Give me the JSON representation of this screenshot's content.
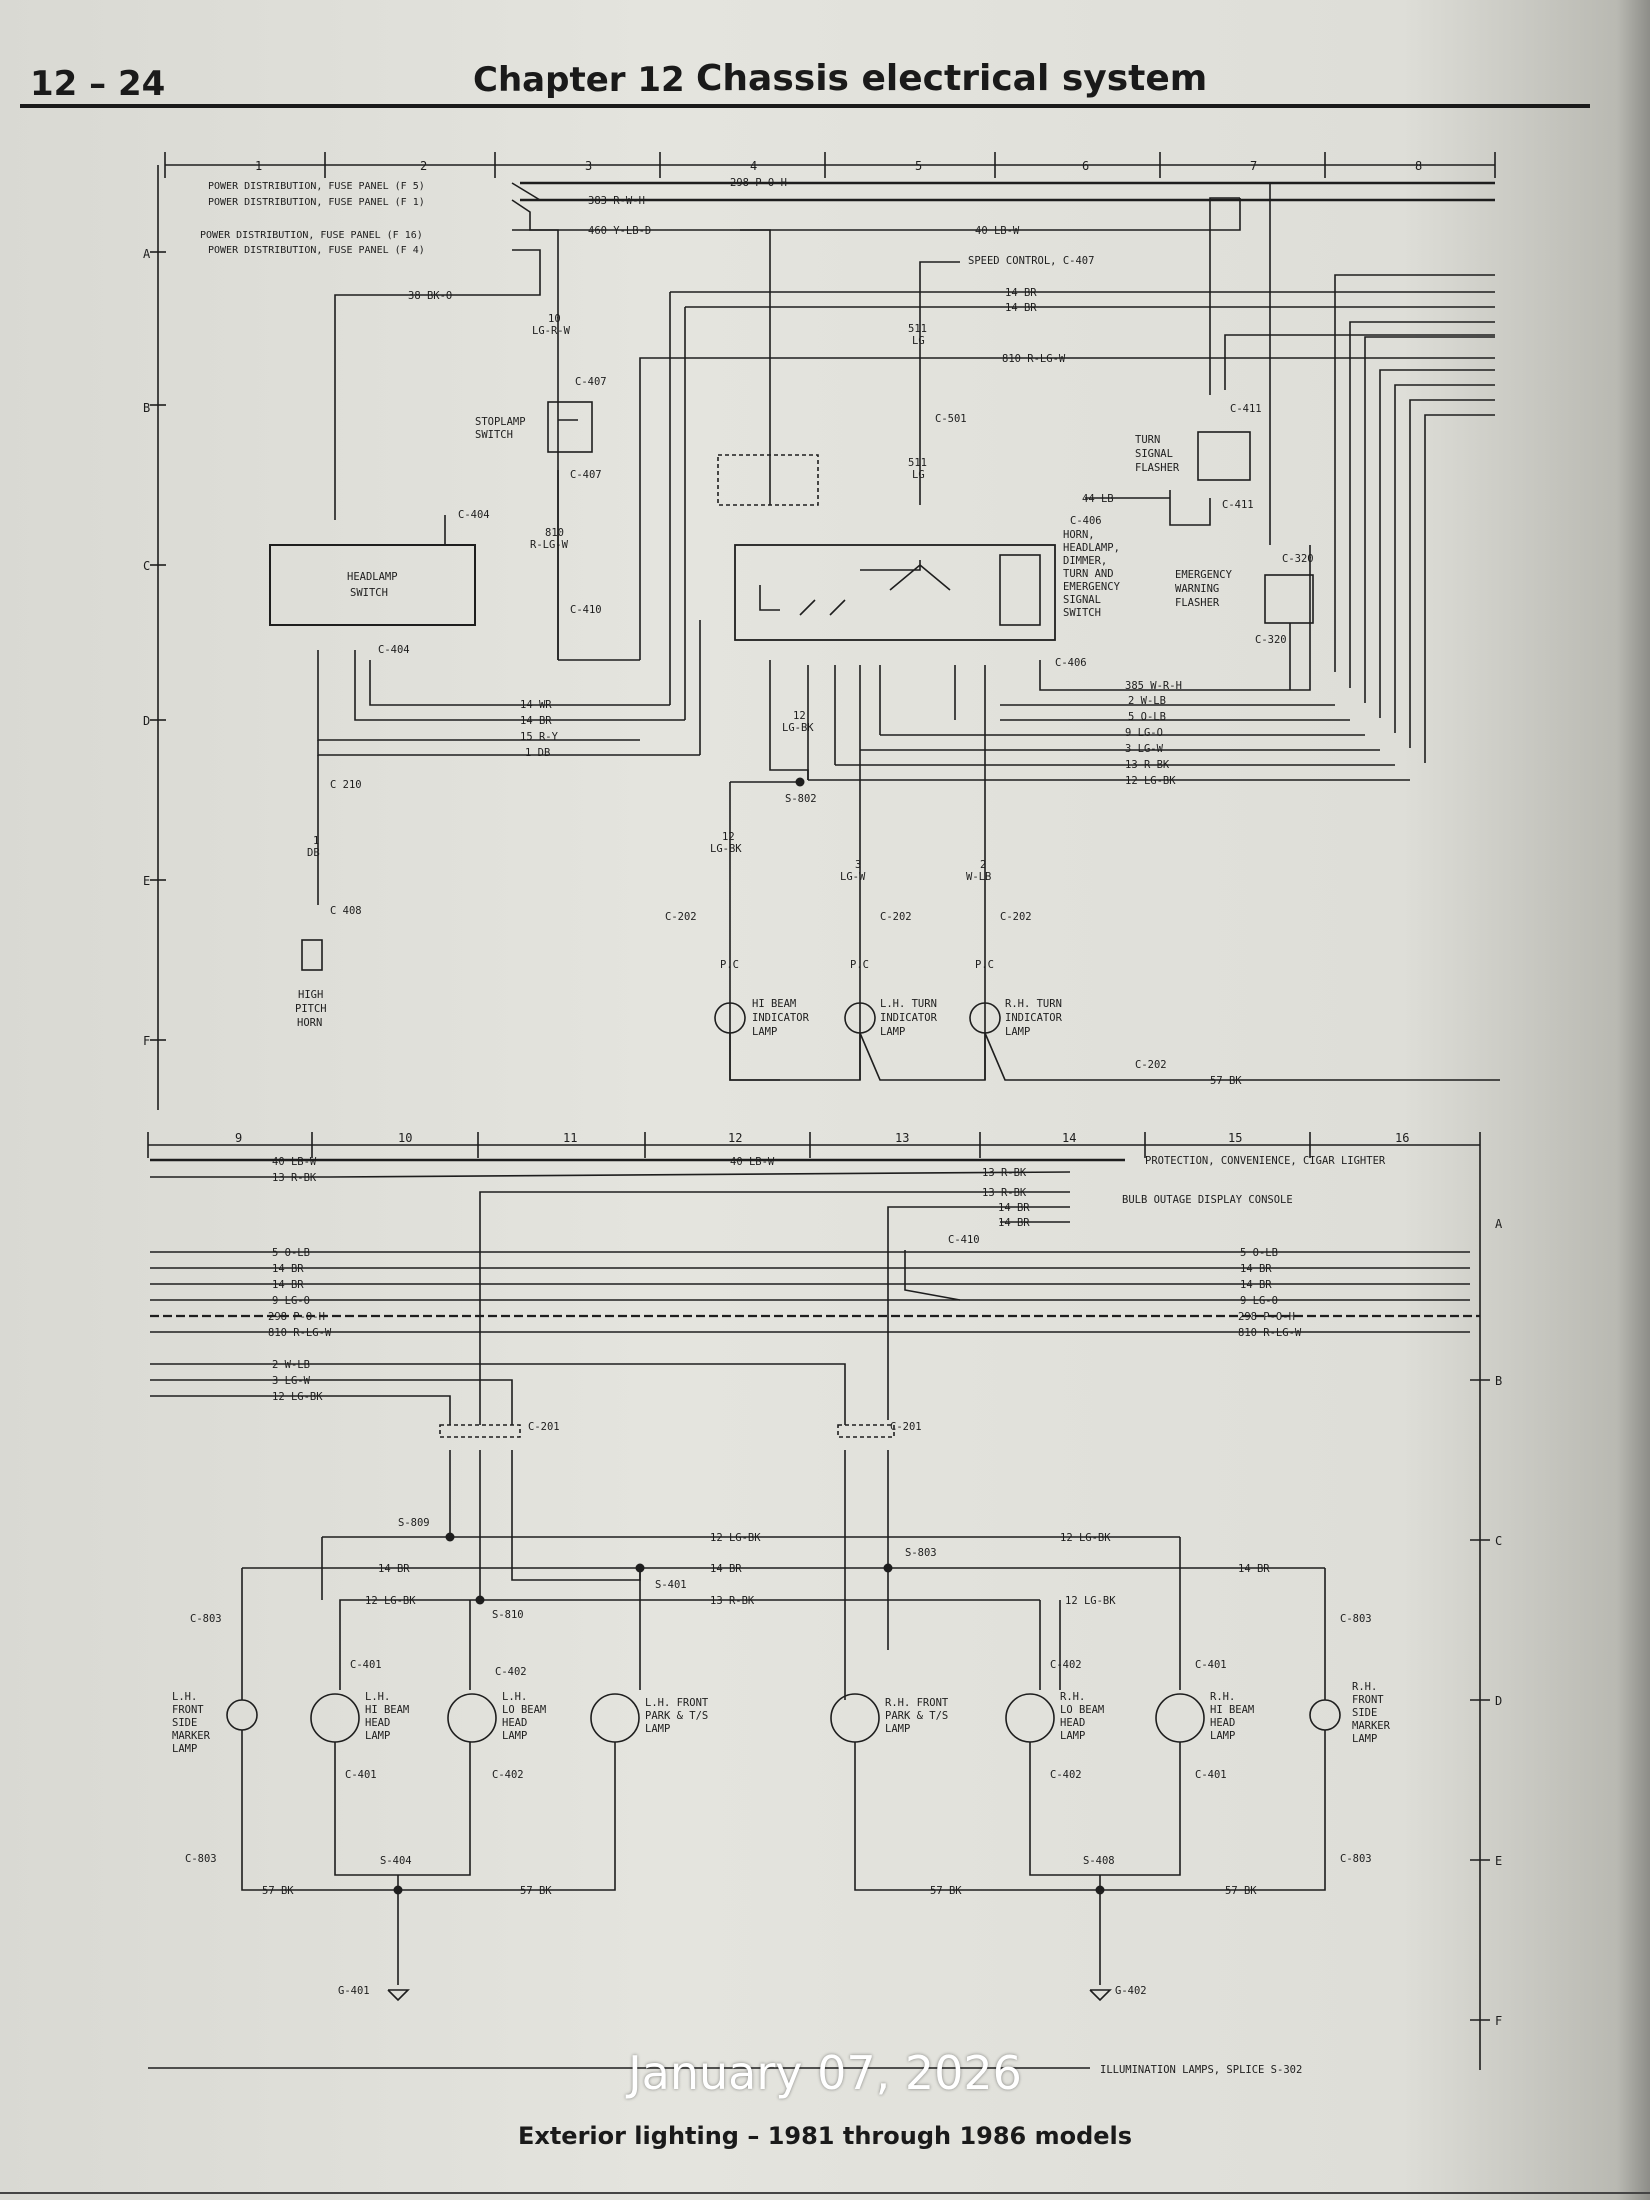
{
  "header": {
    "page_number": "12 – 24",
    "chapter_label": "Chapter 12",
    "chapter_title": "Chassis electrical system"
  },
  "caption": "Exterior lighting – 1981 through 1986 models",
  "date_stamp": "January 07, 2026",
  "top_diagram": {
    "column_numbers": [
      "1",
      "2",
      "3",
      "4",
      "5",
      "6",
      "7",
      "8"
    ],
    "row_letters": [
      "A",
      "B",
      "C",
      "D",
      "E",
      "F"
    ],
    "power_sources": [
      "POWER DISTRIBUTION, FUSE PANEL (F 5)",
      "POWER DISTRIBUTION, FUSE PANEL (F 1)",
      "POWER DISTRIBUTION, FUSE PANEL (F 16)",
      "POWER DISTRIBUTION, FUSE PANEL (F 4)"
    ],
    "wires": {
      "w298": "298 P-O-H",
      "w383": "383 R-W-H",
      "w460": "460 Y-LB-D",
      "w40": "40 LB-W",
      "w38": "38 BK-O",
      "w14a": "14 BR",
      "w14b": "14 BR",
      "w810": "810 R-LG-W",
      "w44": "44 LB",
      "w385": "385 W-R-H",
      "w2": "2 W-LB",
      "w5": "5 O-LB",
      "w9": "9 LG-O",
      "w3": "3 LG-W",
      "w13": "13 R-BK",
      "w12": "12 LG-BK",
      "w14wr": "14 WR",
      "w14br": "14 BR",
      "w15": "15 R-Y",
      "w1": "1 DB",
      "w57": "57 BK"
    },
    "vertical_wires": {
      "v10": "10",
      "v10b": "LG-R-W",
      "v511a": "511",
      "v511b": "LG",
      "v511c": "511",
      "v511d": "LG",
      "v810a": "810",
      "v810b": "R-LG-W",
      "v12a": "12",
      "v12b": "LG-BK",
      "v12c": "12",
      "v12d": "LG-BK",
      "v3a": "3",
      "v3b": "LG-W",
      "v2a": "2",
      "v2b": "W-LB",
      "v1a": "1",
      "v1b": "DB"
    },
    "components": {
      "speed_control": "SPEED CONTROL, C-407",
      "stoplamp_switch": [
        "STOPLAMP",
        "SWITCH"
      ],
      "headlamp_switch": [
        "HEADLAMP",
        "SWITCH"
      ],
      "multi_switch": [
        "HORN,",
        "HEADLAMP,",
        "DIMMER,",
        "TURN AND",
        "EMERGENCY",
        "SIGNAL",
        "SWITCH"
      ],
      "turn_flasher": [
        "TURN",
        "SIGNAL",
        "FLASHER"
      ],
      "emergency_flasher": [
        "EMERGENCY",
        "WARNING",
        "FLASHER"
      ],
      "horn": [
        "HIGH",
        "PITCH",
        "HORN"
      ],
      "hi_beam_ind": [
        "HI BEAM",
        "INDICATOR",
        "LAMP"
      ],
      "lh_turn_ind": [
        "L.H. TURN",
        "INDICATOR",
        "LAMP"
      ],
      "rh_turn_ind": [
        "R.H. TURN",
        "INDICATOR",
        "LAMP"
      ],
      "splice_s802": "S-802",
      "pc": "P.C"
    },
    "connectors": {
      "c407": "C-407",
      "c501": "C-501",
      "c404": "C-404",
      "c406": "C-406",
      "c410": "C-410",
      "c411": "C-411",
      "c320": "C-320",
      "c210": "C 210",
      "c408": "C 408",
      "c202": "C-202"
    }
  },
  "bottom_diagram": {
    "column_numbers": [
      "9",
      "10",
      "11",
      "12",
      "13",
      "14",
      "15",
      "16"
    ],
    "row_letters": [
      "A",
      "B",
      "C",
      "D",
      "E",
      "F"
    ],
    "wires": {
      "w40a": "40 LB-W",
      "w40b": "40 LB-W",
      "w13rbk": "13 R-BK",
      "w13a": "13 R-BK",
      "w13b": "13 R-BK",
      "w14a": "14 BR",
      "w14b": "14 BR",
      "w5": "5 O-LB",
      "w14c": "14 BR",
      "w14d": "14 BR",
      "w9": "9 LG-O",
      "w298": "298 P-O-H",
      "w810": "810 R-LG-W",
      "w2": "2 W-LB",
      "w3": "3 LG-W",
      "w12": "12 LG-BK",
      "w12lgbk": "12 LG-BK",
      "w14br": "14 BR",
      "w13r": "13 R-BK",
      "w12lgbk2": "12 LG-BK",
      "w57": "57 BK"
    },
    "labels": {
      "protection": "PROTECTION, CONVENIENCE, CIGAR LIGHTER",
      "bulb_outage": "BULB OUTAGE DISPLAY CONSOLE",
      "illumination": "ILLUMINATION LAMPS, SPLICE S-302",
      "c410": "C-410",
      "c201": "C-201",
      "c803": "C-803",
      "c401": "C-401",
      "c402": "C-402",
      "s809": "S-809",
      "s810": "S-810",
      "s401": "S-401",
      "s803": "S-803",
      "s404": "S-404",
      "s408": "S-408",
      "g401": "G-401",
      "g402": "G-402"
    },
    "lamps": {
      "lh_side": [
        "L.H.",
        "FRONT",
        "SIDE",
        "MARKER",
        "LAMP"
      ],
      "lh_hi": [
        "L.H.",
        "HI BEAM",
        "HEAD",
        "LAMP"
      ],
      "lh_lo": [
        "L.H.",
        "LO BEAM",
        "HEAD",
        "LAMP"
      ],
      "lh_park": [
        "L.H. FRONT",
        "PARK & T/S",
        "LAMP"
      ],
      "rh_park": [
        "R.H. FRONT",
        "PARK & T/S",
        "LAMP"
      ],
      "rh_lo": [
        "R.H.",
        "LO BEAM",
        "HEAD",
        "LAMP"
      ],
      "rh_hi": [
        "R.H.",
        "HI BEAM",
        "HEAD",
        "LAMP"
      ],
      "rh_side": [
        "R.H.",
        "FRONT",
        "SIDE",
        "MARKER",
        "LAMP"
      ]
    }
  }
}
